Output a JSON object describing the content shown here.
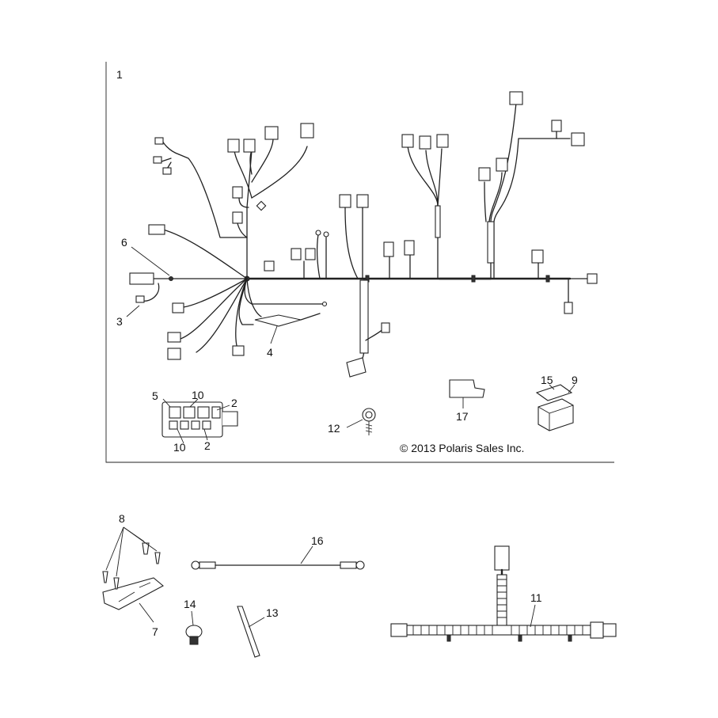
{
  "figure": {
    "copyright": "© 2013 Polaris Sales Inc.",
    "colors": {
      "line": "#222222",
      "background": "#ffffff"
    }
  },
  "callouts": {
    "c1": "1",
    "c2a": "2",
    "c2b": "2",
    "c3": "3",
    "c4": "4",
    "c5": "5",
    "c6": "6",
    "c7": "7",
    "c8": "8",
    "c9": "9",
    "c10a": "10",
    "c10b": "10",
    "c11": "11",
    "c12": "12",
    "c13": "13",
    "c14": "14",
    "c15": "15",
    "c16": "16",
    "c17": "17"
  }
}
